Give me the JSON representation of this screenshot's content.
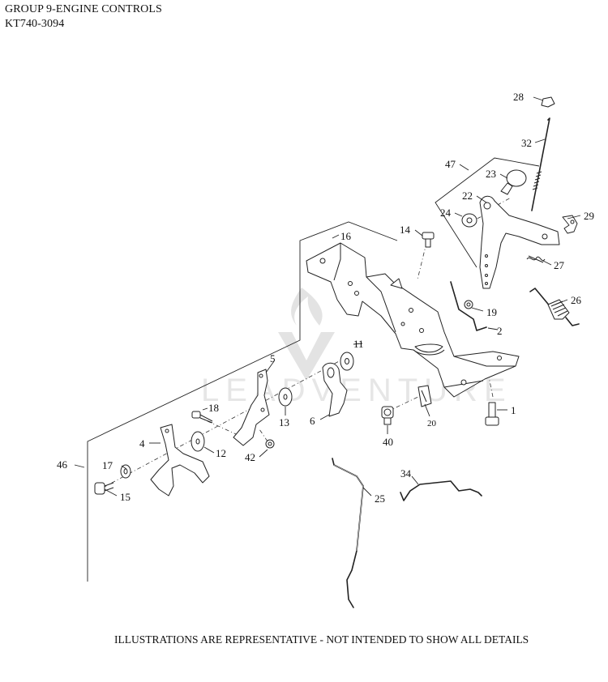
{
  "header": {
    "group_title": "GROUP 9-ENGINE CONTROLS",
    "model_number": "KT740-3094"
  },
  "footer": {
    "note": "ILLUSTRATIONS ARE REPRESENTATIVE - NOT INTENDED TO SHOW ALL DETAILS"
  },
  "watermark": {
    "text": "LEADVENTURE"
  },
  "callouts": {
    "c1": "1",
    "c2": "2",
    "c4": "4",
    "c5": "5",
    "c6": "6",
    "c11": "11",
    "c12": "12",
    "c13": "13",
    "c14": "14",
    "c15": "15",
    "c16": "16",
    "c17": "17",
    "c18": "18",
    "c19": "19",
    "c20": "20",
    "c22": "22",
    "c23": "23",
    "c24": "24",
    "c25": "25",
    "c26": "26",
    "c27": "27",
    "c28": "28",
    "c29": "29",
    "c32": "32",
    "c34": "34",
    "c40": "40",
    "c42": "42",
    "c46": "46",
    "c47": "47"
  }
}
